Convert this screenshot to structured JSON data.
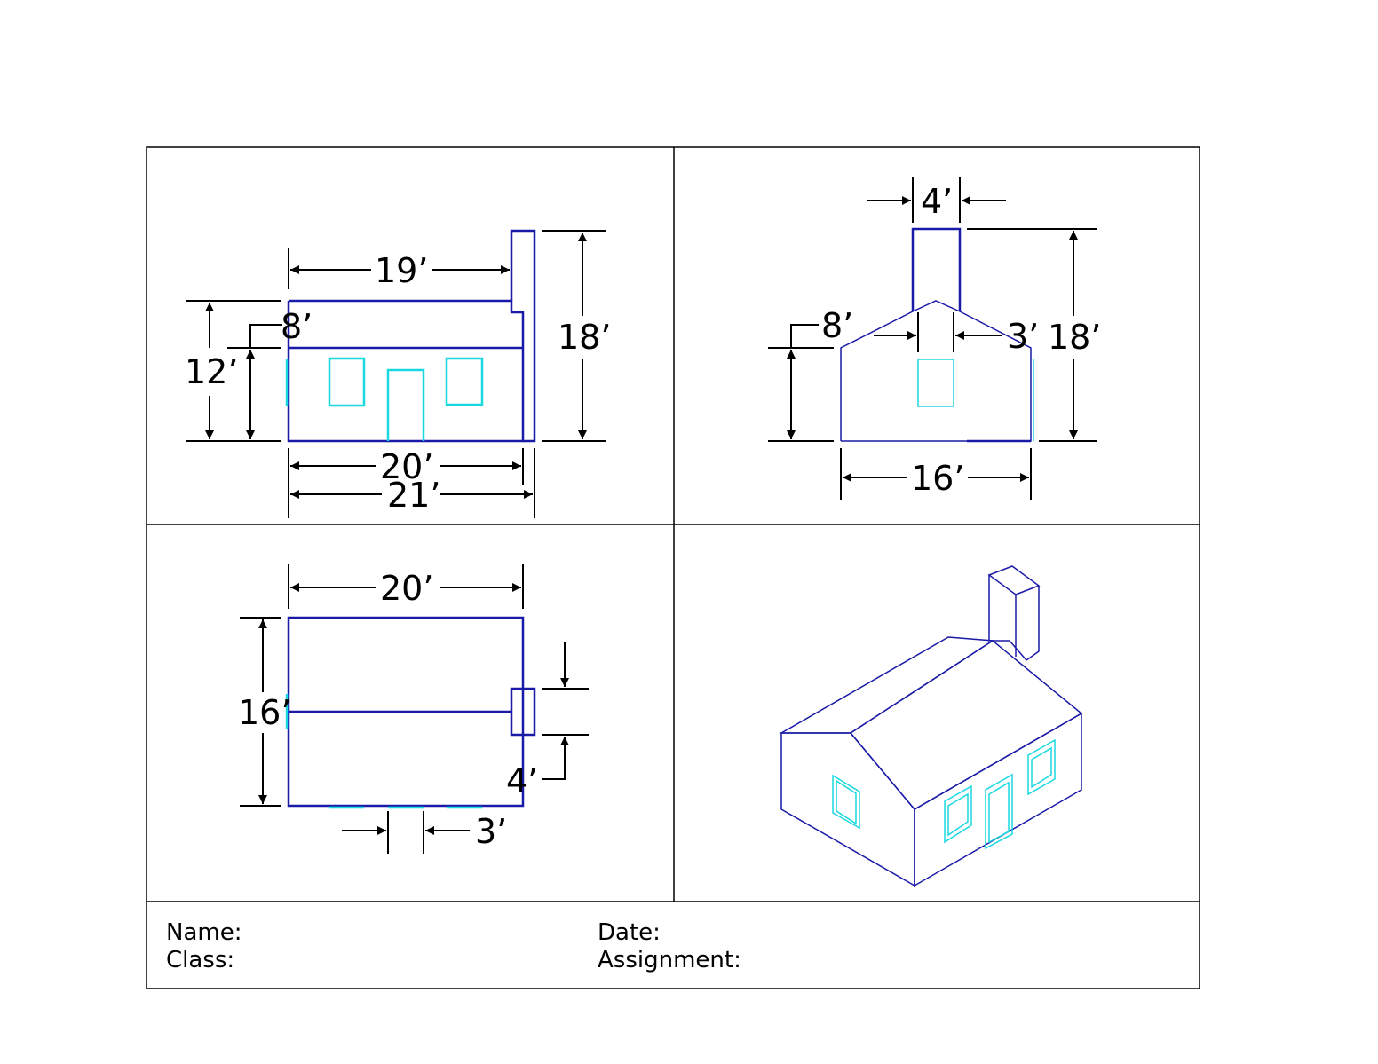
{
  "front_view": {
    "dim_top_width": "19’",
    "dim_height_total": "18’",
    "dim_height_roof": "12’",
    "dim_wall_height": "8’",
    "dim_width_house": "20’",
    "dim_width_overall": "21’"
  },
  "side_view": {
    "dim_chimney_width": "4’",
    "dim_wall_height": "8’",
    "dim_window_width": "3’",
    "dim_height_total": "18’",
    "dim_width": "16’"
  },
  "top_view": {
    "dim_width": "20’",
    "dim_depth": "16’",
    "dim_chimney_depth": "4’",
    "dim_opening_width": "3’"
  },
  "title_block": {
    "name_label": "Name:",
    "class_label": "Class:",
    "date_label": "Date:",
    "assignment_label": "Assignment:"
  },
  "colors": {
    "object_line": "#1a1aa8",
    "window_line": "#18d8e0",
    "dimension_line": "#000000"
  }
}
